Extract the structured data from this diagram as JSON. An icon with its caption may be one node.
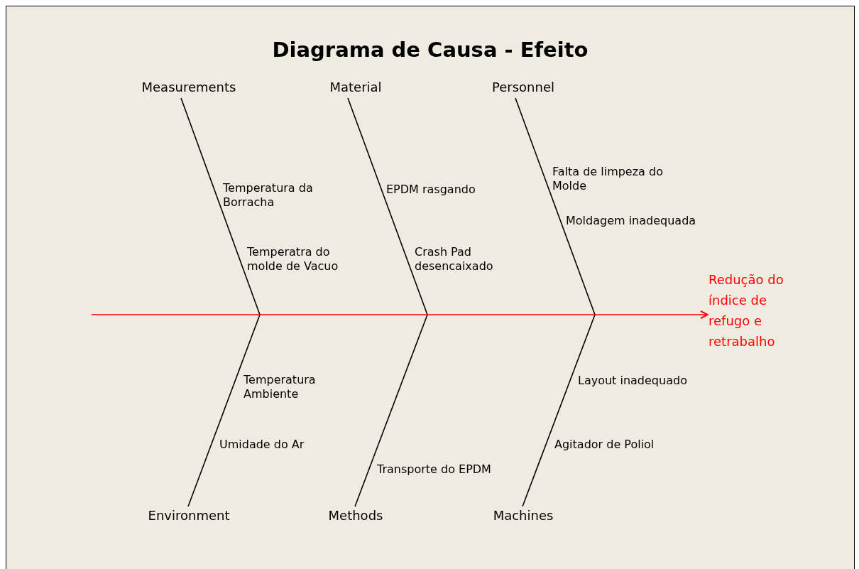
{
  "diagram": {
    "title": "Diagrama de Causa - Efeito",
    "nodes": [
      {
        "text": [
          "Measurements"
        ]
      },
      {
        "text": [
          "Material"
        ]
      },
      {
        "text": [
          "Personnel"
        ]
      },
      {
        "text": [
          "Environment"
        ]
      },
      {
        "text": [
          "Methods"
        ]
      },
      {
        "text": [
          "Machines"
        ]
      },
      {
        "text": [
          "Redução do índice de refugo e retrabalho"
        ]
      }
    ],
    "edges": [
      {
        "from": 0,
        "to": null,
        "arrow": "none"
      },
      {
        "from": 1,
        "to": null,
        "arrow": "none"
      },
      {
        "from": 2,
        "to": null,
        "arrow": "none"
      },
      {
        "from": 3,
        "to": null,
        "arrow": "none"
      },
      {
        "from": 4,
        "to": null,
        "arrow": "none"
      },
      {
        "from": 5,
        "to": null,
        "arrow": "none"
      },
      {
        "from": null,
        "to": 6,
        "arrow": "to",
        "color": "#ff0000"
      }
    ],
    "labels": [
      "Temperatura da Borracha",
      "Temperatra do molde de Vacuo",
      "EPDM rasgando",
      "Crash Pad desencaixado",
      "Falta de limpeza do Molde",
      "Moldagem inadequada",
      "Temperatura Ambiente",
      "Umidade do Ar",
      "Transporte do EPDM",
      "Layout inadequado",
      "Agitador de Poliol"
    ]
  }
}
